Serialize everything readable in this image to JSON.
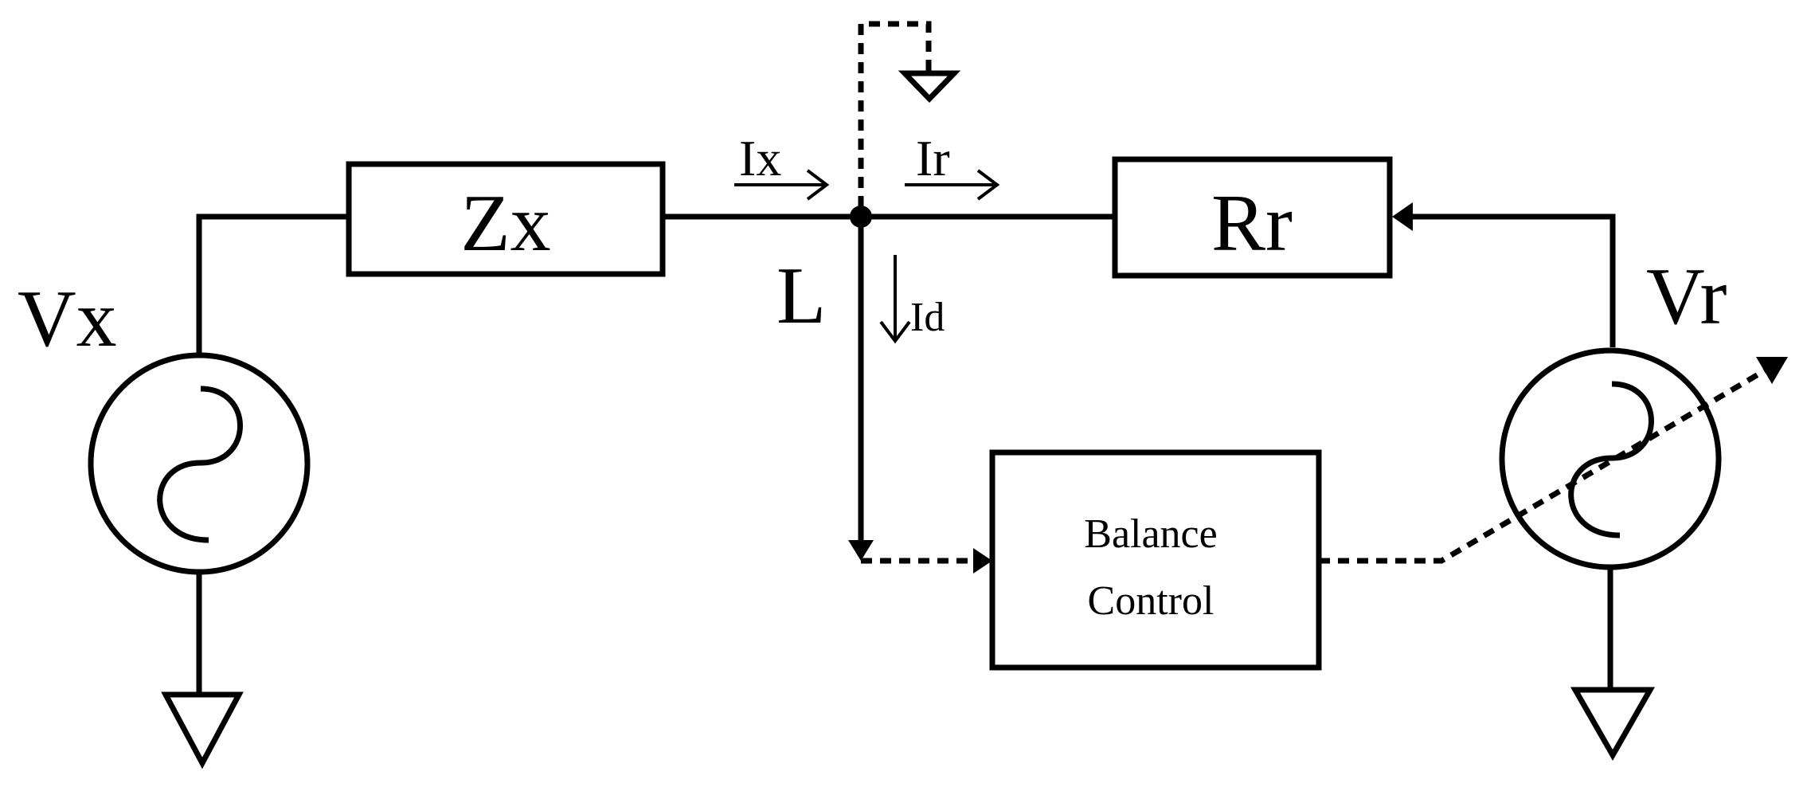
{
  "diagram": {
    "labels": {
      "source_left": "Vx",
      "impedance_left": "Zx",
      "current_x": "Ix",
      "current_r": "Ir",
      "node": "L",
      "current_d": "Id",
      "resistor_right": "Rr",
      "source_right": "Vr",
      "control_line1": "Balance",
      "control_line2": "Control"
    }
  }
}
